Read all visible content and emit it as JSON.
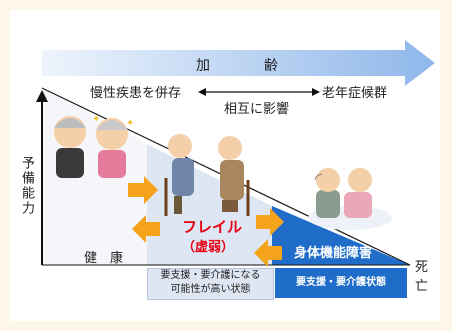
{
  "aging": "加　齢",
  "chronic_disease": "慢性疾患を併存",
  "interaction": "相互に影響",
  "geriatric_syndrome": "老年症候群",
  "y_axis": "予備能力",
  "stages": {
    "healthy": "健　康",
    "frailty": "フレイル",
    "frailty_sub": "（虚弱）",
    "disability": "身体機能障害",
    "death": "死亡"
  },
  "boxes": {
    "frail_care_line1": "要支援・要介護になる",
    "frail_care_line2": "可能性が高い状態",
    "care_state": "要支援・要介護状態"
  },
  "colors": {
    "aging_arrow": "#9fc3ee",
    "frailty_region": "#dfe6f3",
    "disability_region": "#1f6dc8",
    "orange_arrow": "#f5a31a",
    "frailty_text": "#e60012"
  }
}
